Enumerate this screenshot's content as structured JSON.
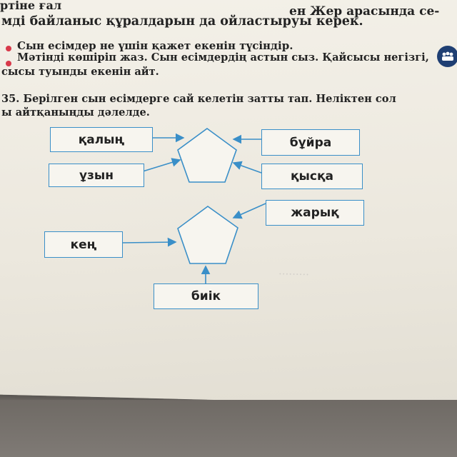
{
  "text_lines": {
    "line1_left": "ртіне ғал",
    "line1_right": "ен Жер арасында се-",
    "line2": "мді байланыс құралдарын да ойластыруы керек.",
    "bullet1": "Сын есімдер не үшін қажет екенін түсіндір.",
    "bullet2": "Мәтінді көшіріп жаз. Сын есімдердің астын сыз. Қайсысы негізгі,",
    "line_cont": "сысы туынды екенін айт.",
    "task": "35. Берілген сын есімдерге сай келетін затты тап. Неліктен сол",
    "task_cont": "ы айтқаныңды дәлелде."
  },
  "diagram1": {
    "left_top": "қалың",
    "left_bottom": "ұзын",
    "right_top": "бұйра",
    "right_bottom": "қысқа"
  },
  "diagram2": {
    "top_right": "жарық",
    "left": "кең",
    "bottom": "биік"
  },
  "colors": {
    "box_border": "#3a8fc8",
    "bullet": "#d8394a",
    "side_icon": "#1f3f73"
  }
}
